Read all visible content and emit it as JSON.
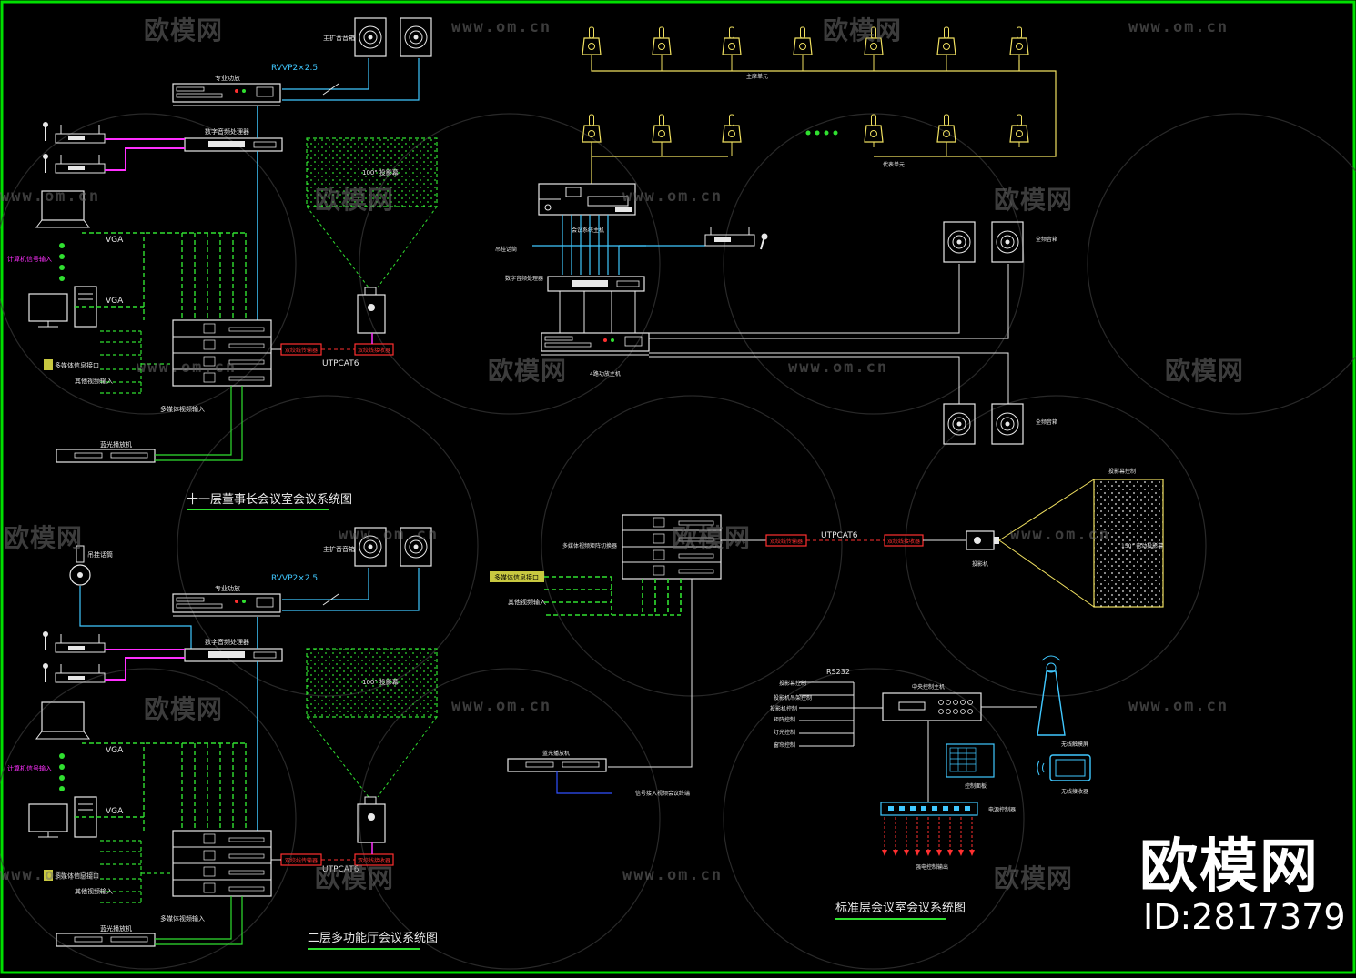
{
  "theme": {
    "bg": "#000000",
    "border": "#00e000",
    "device": "#e8e8e8",
    "cyan": "#40c8ff",
    "green": "#30e030",
    "magenta": "#ff30ff",
    "red": "#ff3030",
    "yellow": "#f0e060",
    "text": "#e8e8e8"
  },
  "titles": {
    "top_left": "十一层董事长会议室会议系统图",
    "bottom_left": "二层多功能厅会议系统图",
    "bottom_right": "标准层会议室会议系统图"
  },
  "labels": {
    "vga": "VGA",
    "utp": "UTPCAT6",
    "rv": "RVVP2×2.5",
    "rs232": "RS232",
    "screen100": "100\" 投影幕",
    "screen150": "150\" 电动投影幕",
    "power_amp": "专业功放",
    "mixer": "数字音频处理器",
    "video_matrix": "多媒体视频矩阵切换器",
    "dvd": "蓝光播放机",
    "transmitter": "双绞线传输器",
    "receiver": "双绞线接收器",
    "computer_input": "计算机信号输入",
    "wall_box": "多媒体信息接口",
    "other_input": "其他视频输入",
    "speaker_main": "主扩音音箱",
    "hanging_mic": "吊挂话筒",
    "conf_host": "会议系统主机",
    "chair_units": "主席单元",
    "delegate_units": "代表单元",
    "speaker_full": "全频音箱",
    "amp_hall": "4路功放主机",
    "processor": "数字音频处理器",
    "projector": "投影机",
    "central": "中央控制主机",
    "touch": "无线触摸屏",
    "wifi": "无线接收器",
    "panel": "控制面板",
    "power_seq": "电源控制器",
    "sequencer_out": "强电控制输出",
    "ctrl_screen": "投影幕控制",
    "ctrl_lift": "投影机吊架控制",
    "ctrl_proj": "投影机控制",
    "ctrl_matrix": "矩阵控制",
    "ctrl_light": "灯光控制",
    "ctrl_curtain": "窗帘控制",
    "signal_note": "信号接入视频会议终端",
    "matrix_input": "多媒体视频输入"
  },
  "watermarks": {
    "logo": "欧模网",
    "url": "www.om.cn"
  },
  "brand": {
    "name": "欧模网",
    "id": "ID:2817379"
  }
}
